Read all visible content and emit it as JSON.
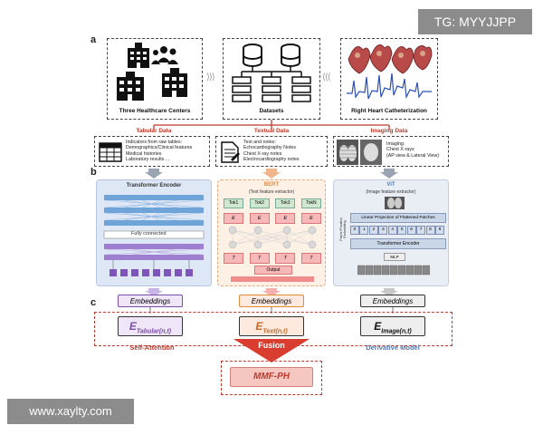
{
  "watermark_top": "TG: MYYJJPP",
  "watermark_bottom": "www.xaylty.com",
  "panel_a": {
    "letter": "a",
    "healthcare_caption": "Three Healthcare Centers",
    "datasets_caption": "Datasets",
    "rhc_caption": "Right Heart Catheterization"
  },
  "modalities": [
    {
      "title": "Tabular Data",
      "lines": [
        "Indicators from raw tables:",
        "Demographics/Clinical features",
        "Medical histories",
        "Laboratory results ..."
      ]
    },
    {
      "title": "Textual Data",
      "lines": [
        "Text and notes:",
        "Echocardiography Notes",
        "Chest X-ray notes",
        "Electrocardiography notes"
      ]
    },
    {
      "title": "Imaging Data",
      "lines": [
        "Imaging:",
        "Chest X-rays",
        "(AP view & Lateral View)"
      ]
    }
  ],
  "panel_b": {
    "letter": "b",
    "transformer": {
      "title": "Transformer Encoder",
      "fc_label": "Fully connected"
    },
    "bert": {
      "title": "BERT",
      "subtitle": "(Text feature extractor)",
      "tokens": [
        "Tok1",
        "Tok2",
        "Tok3",
        "TokN"
      ],
      "e_labels": [
        "E",
        "E",
        "E",
        "E"
      ],
      "t_labels": [
        "T",
        "T",
        "T",
        "T"
      ],
      "output": "Output"
    },
    "vit": {
      "title": "ViT",
      "subtitle": "(Image feature extractor)",
      "side_label": "Patch+Position Embedding",
      "linear_label": "Linear Projection of Flattened Patches",
      "patch_numbers": [
        "0",
        "1",
        "2",
        "3",
        "4",
        "5",
        "6",
        "7",
        "8",
        "9"
      ],
      "encoder_label": "Transformer Encoder",
      "mlp_label": "MLP"
    }
  },
  "panel_c": {
    "letter": "c",
    "embeddings": [
      "Embeddings",
      "Embeddings",
      "Embeddings"
    ],
    "E_main": [
      "E",
      "E",
      "E"
    ],
    "E_sub": [
      "Tabular(n,t)",
      "Text(n,t)",
      "Image(n,t)"
    ],
    "self_attention": "Self-Attention",
    "derivative_model": "Derivative Model",
    "fusion": "Fusion",
    "output": "MMF-PH"
  },
  "colors": {
    "tabular": "#7b4fa8",
    "text": "#e08a3c",
    "image": "#333333",
    "red": "#c0392b",
    "blue_panel": "#dbe6f4"
  }
}
